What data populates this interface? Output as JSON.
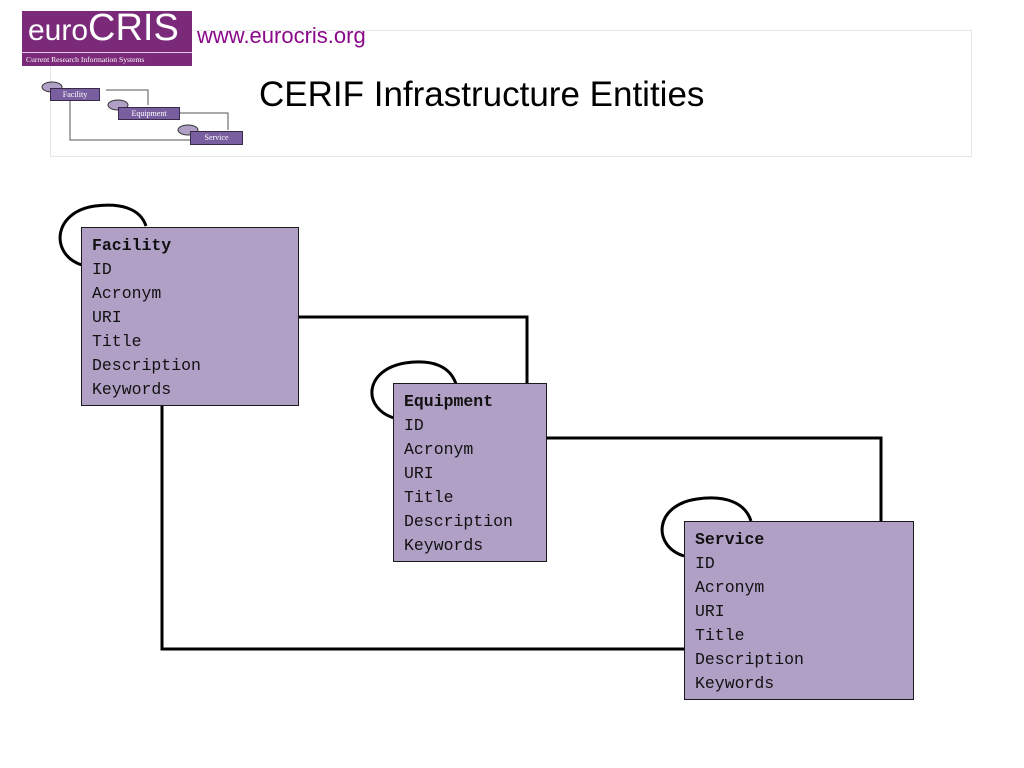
{
  "header": {
    "logo": {
      "euro": "euro",
      "cris": "CRIS",
      "tagline": "Current Research Information Systems"
    },
    "url": "www.eurocris.org",
    "title": "CERIF Infrastructure Entities"
  },
  "mini_diagram": {
    "labels": [
      "Facility",
      "Equipment",
      "Service"
    ]
  },
  "entities": [
    {
      "name": "Facility",
      "attributes": [
        "ID",
        "Acronym",
        "URI",
        "Title",
        "Description",
        "Keywords"
      ]
    },
    {
      "name": "Equipment",
      "attributes": [
        "ID",
        "Acronym",
        "URI",
        "Title",
        "Description",
        "Keywords"
      ]
    },
    {
      "name": "Service",
      "attributes": [
        "ID",
        "Acronym",
        "URI",
        "Title",
        "Description",
        "Keywords"
      ]
    }
  ],
  "colors": {
    "entity_fill": "#b1a0c6",
    "brand": "#7b2a7a",
    "url_text": "#8a0a8a",
    "mini_label": "#7a5fa0"
  }
}
